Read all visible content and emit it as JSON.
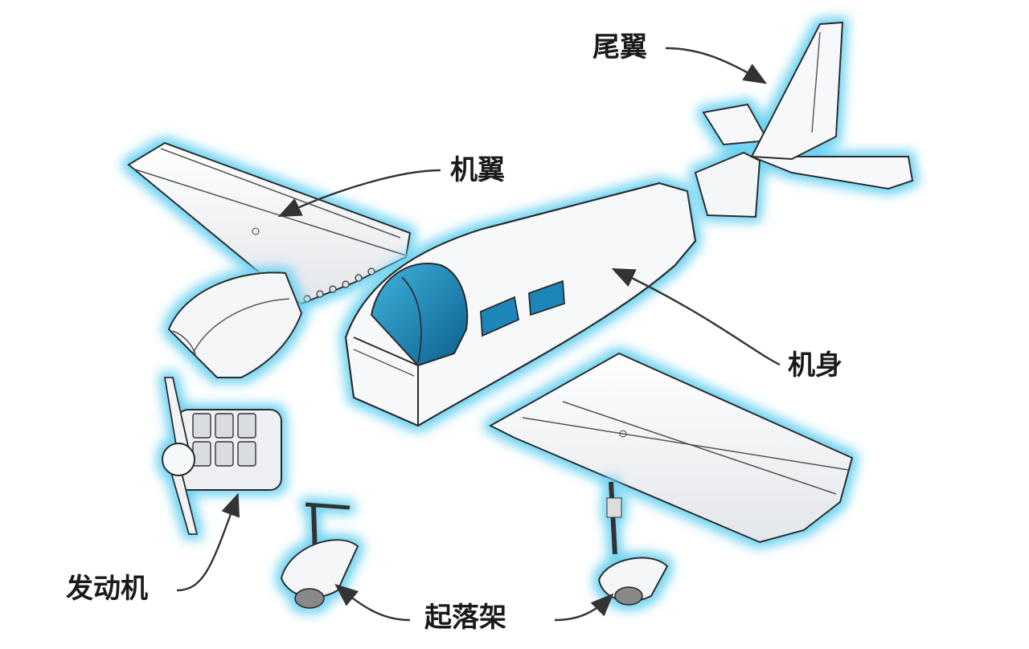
{
  "labels": {
    "tail": "尾翼",
    "wing": "机翼",
    "fuselage": "机身",
    "engine": "发动机",
    "landing_gear": "起落架"
  },
  "colors": {
    "glow": "#6fd3f2",
    "body_fill": "#f7f8fa",
    "outline": "#2b2b2b",
    "canopy": "#1f86b8",
    "leader_line": "#333333"
  }
}
